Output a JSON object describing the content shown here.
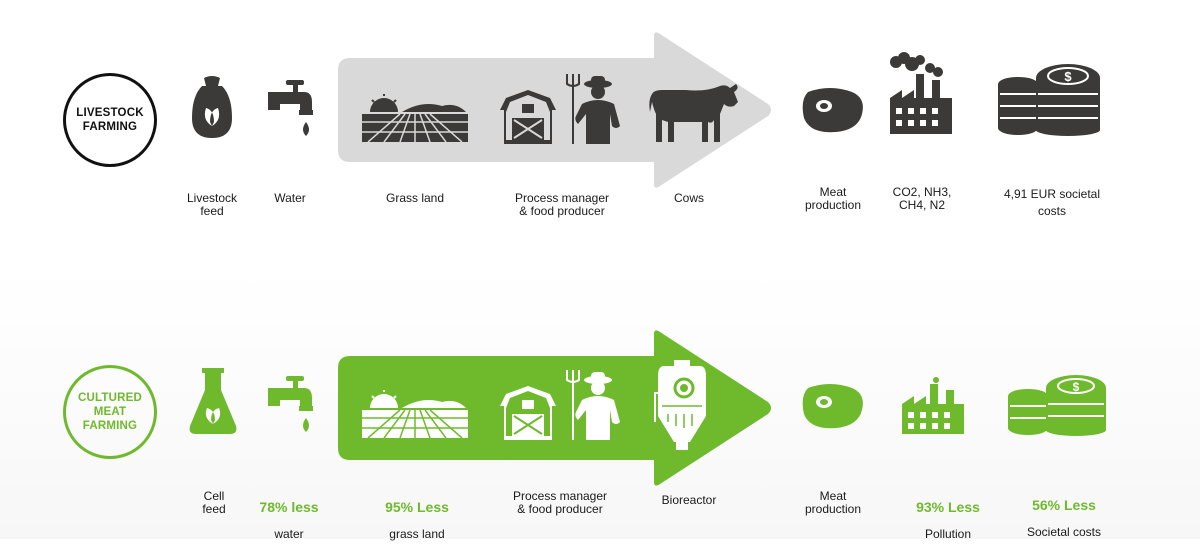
{
  "colors": {
    "dark": "#3c3a38",
    "green": "#6fba2c",
    "gray": "#d9d9d9"
  },
  "livestock": {
    "badge": "LIVESTOCK\nFARMING",
    "labels": {
      "feed": "Livestock\nfeed",
      "water": "Water",
      "land": "Grass land",
      "manager": "Process manager\n& food producer",
      "cows": "Cows",
      "meat": "Meat\nproduction",
      "emissions": "CO2, NH3,\nCH4, N2",
      "costs": "4,91 EUR societal\ncosts"
    }
  },
  "cultured": {
    "badge": "CULTURED\nMEAT\nFARMING",
    "labels": {
      "feed": "Cell\nfeed",
      "water_hl": "78% less",
      "water": "water",
      "land_hl": "95% Less",
      "land": "grass land",
      "manager": "Process manager\n& food producer",
      "bioreactor": "Bioreactor",
      "meat": "Meat\nproduction",
      "pollution_hl": "93% Less",
      "pollution": "Pollution",
      "costs_hl": "56% Less",
      "costs": "Societal costs"
    }
  },
  "icons": [
    "feed-sack-icon",
    "faucet-icon",
    "field-sunrise-icon",
    "barn-icon",
    "farmer-icon",
    "cow-icon",
    "meat-steak-icon",
    "factory-icon",
    "coins-stack-icon",
    "flask-icon",
    "bioreactor-icon"
  ]
}
